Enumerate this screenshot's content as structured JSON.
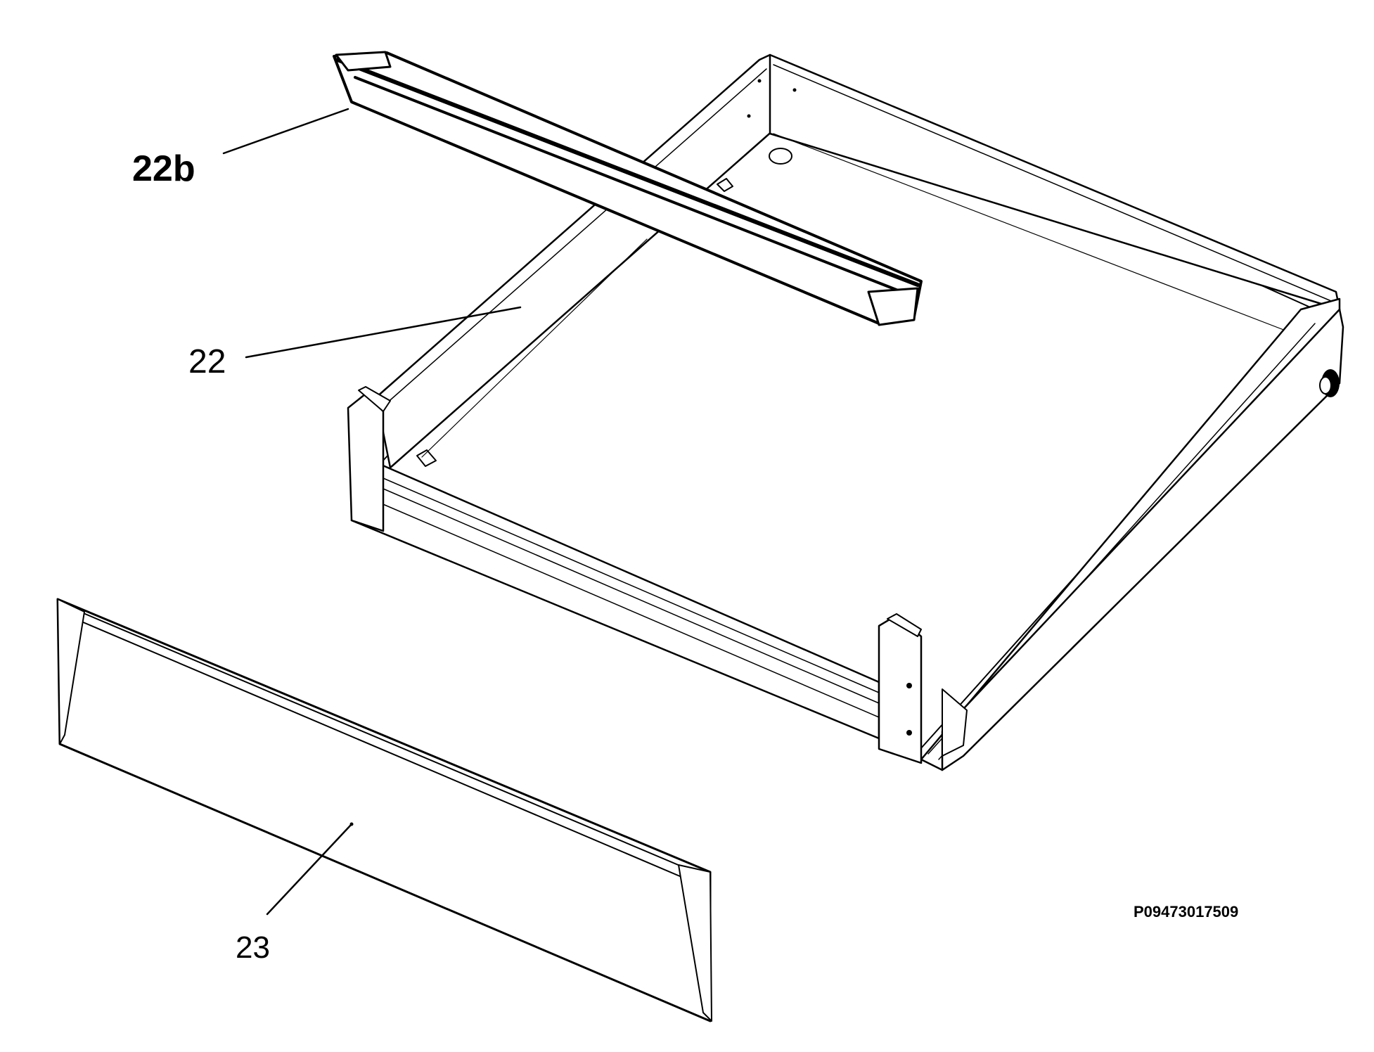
{
  "callouts": {
    "part_22b": "22b",
    "part_22": "22",
    "part_23": "23"
  },
  "drawing_number": "P09473017509",
  "colors": {
    "line": "#000000",
    "background": "#ffffff"
  }
}
